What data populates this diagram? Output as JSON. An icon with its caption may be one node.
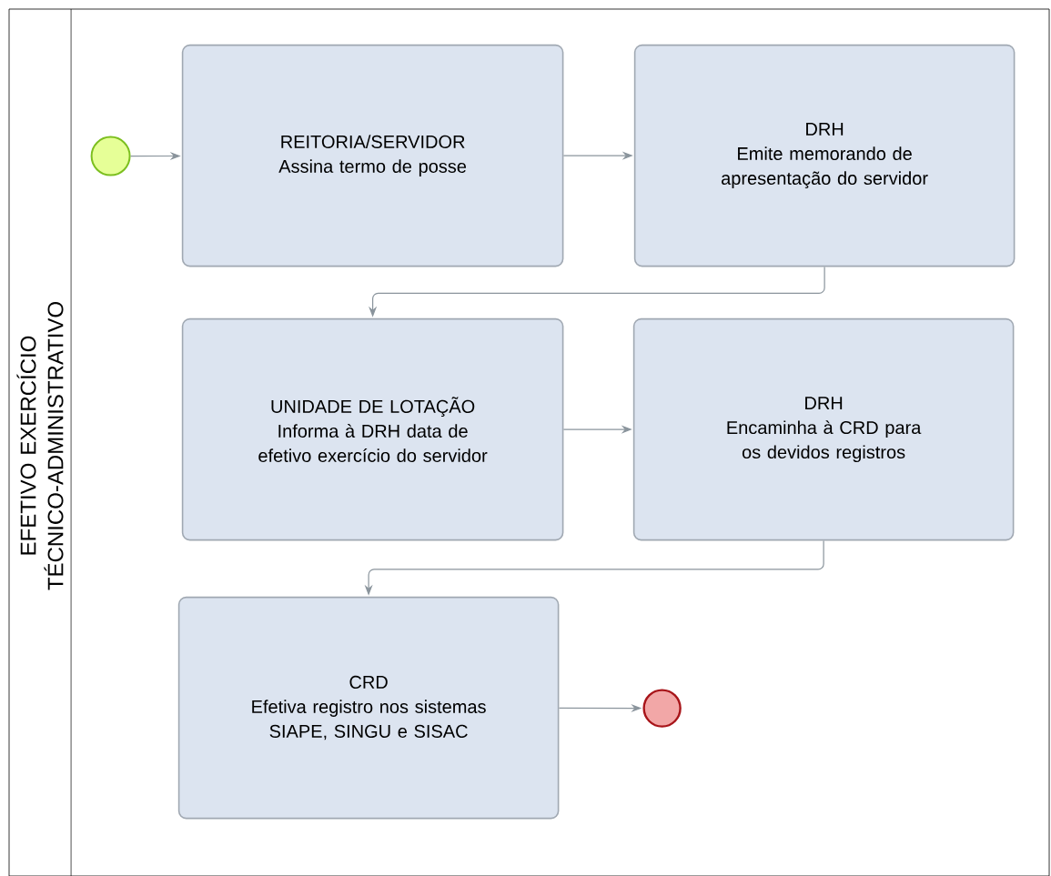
{
  "diagram": {
    "nodes": [
      {
        "text": [
          "EFETIVO EXERCÍCIO TÉCNICO-ADMINISTRATIVO"
        ]
      },
      {
        "text": [],
        "shape": "circle",
        "in": 0
      },
      {
        "text": [
          "REITORIA/SERVIDOR",
          "Assina termo de posse"
        ],
        "in": 0
      },
      {
        "text": [
          "DRH",
          "Emite memorando de apresentação do servidor"
        ],
        "in": 0
      },
      {
        "text": [
          "UNIDADE DE LOTAÇÃO",
          "Informa à DRH data de efetivo exercício do servidor"
        ],
        "in": 0
      },
      {
        "text": [
          "DRH",
          "Encaminha à CRD para os devidos registros"
        ],
        "in": 0
      },
      {
        "text": [
          "CRD",
          "Efetiva registro nos sistemas SIAPE, SINGU e SISAC"
        ],
        "in": 0
      },
      {
        "text": [],
        "shape": "circle",
        "in": 0
      }
    ],
    "edges": [
      {
        "from": 1,
        "to": 2,
        "arrow": "to"
      },
      {
        "from": 2,
        "to": 3,
        "arrow": "to"
      },
      {
        "from": 3,
        "to": 4,
        "arrow": "to"
      },
      {
        "from": 4,
        "to": 5,
        "arrow": "to"
      },
      {
        "from": 5,
        "to": 6,
        "arrow": "to"
      },
      {
        "from": 6,
        "to": 7,
        "arrow": "to"
      }
    ]
  }
}
